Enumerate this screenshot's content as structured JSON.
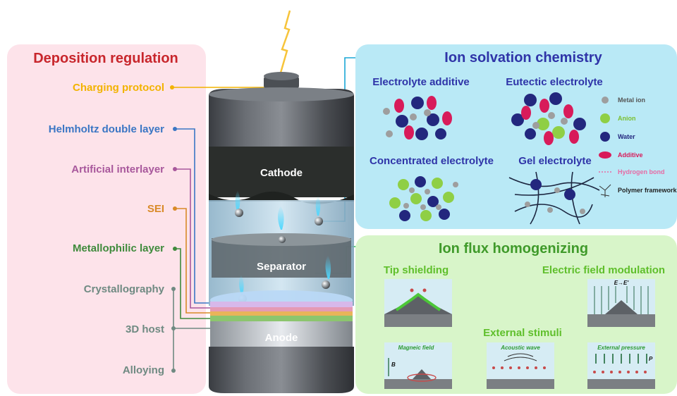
{
  "left_panel": {
    "title": "Deposition regulation",
    "items": [
      {
        "label": "Charging protocol",
        "color": "#f2b300"
      },
      {
        "label": "Helmholtz double layer",
        "color": "#3a76c4"
      },
      {
        "label": "Artificial interlayer",
        "color": "#a8589c"
      },
      {
        "label": "SEI",
        "color": "#d98a28"
      },
      {
        "label": "Metallophilic layer",
        "color": "#3f8a3c"
      },
      {
        "label": "Crystallography",
        "color": "#6f8a82"
      },
      {
        "label": "3D host",
        "color": "#6f8a82"
      },
      {
        "label": "Alloying",
        "color": "#6f8a82"
      }
    ]
  },
  "battery": {
    "cathode": "Cathode",
    "separator": "Separator",
    "anode": "Anode"
  },
  "solvation_panel": {
    "title": "Ion solvation chemistry",
    "sub1": "Electrolyte additive",
    "sub2": "Eutectic electrolyte",
    "sub3": "Concentrated electrolyte",
    "sub4": "Gel electrolyte",
    "legend": {
      "metal_ion": "Metal ion",
      "anion": "Anion",
      "water": "Water",
      "additive": "Additive",
      "hbond": "Hydrogen bond",
      "polymer": "Polymer framework"
    }
  },
  "flux_panel": {
    "title": "Ion flux homogenizing",
    "tip": "Tip shielding",
    "efield": "Electric field modulation",
    "external": "External stimuli",
    "magnetic": "Magneic field",
    "acoustic": "Acoustic wave",
    "pressure": "External pressure",
    "b_symbol": "B",
    "p_symbol": "P",
    "e_symbol": "E→E'"
  },
  "colors": {
    "left_bg": "#fde3ea",
    "solv_bg": "#b9e9f6",
    "flux_bg": "#d8f5c9",
    "title_red": "#c8262c",
    "title_blue": "#2f34a8",
    "title_green": "#3f9a2a",
    "anion": "#8fcf45",
    "water": "#23277e",
    "additive": "#d81b5a",
    "metal_ion": "#9e9e9e"
  }
}
